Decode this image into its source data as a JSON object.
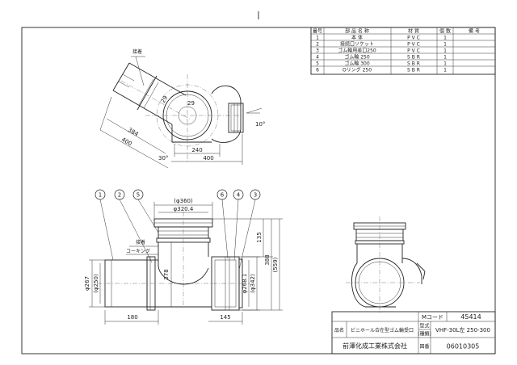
{
  "parts_table": {
    "headers": [
      "番号",
      "部 品 名 称",
      "材 質",
      "個 数",
      "備 考"
    ],
    "rows": [
      {
        "no": "1",
        "name": "本 体",
        "material": "P V C",
        "qty": "1",
        "note": ""
      },
      {
        "no": "2",
        "name": "接続口ソケット",
        "material": "P V C",
        "qty": "1",
        "note": ""
      },
      {
        "no": "3",
        "name": "ゴム輪用差口250",
        "material": "P V C",
        "qty": "1",
        "note": ""
      },
      {
        "no": "4",
        "name": "ゴム輪 250",
        "material": "S B R",
        "qty": "1",
        "note": ""
      },
      {
        "no": "5",
        "name": "ゴム輪 300",
        "material": "S B R",
        "qty": "1",
        "note": ""
      },
      {
        "no": "6",
        "name": "Oリング 250",
        "material": "S B R",
        "qty": "1",
        "note": ""
      }
    ]
  },
  "top_view": {
    "label_seal": "接着",
    "dims": {
      "a384": "384",
      "a400": "400",
      "h240": "240",
      "h400": "400",
      "deg30": "30°",
      "deg10": "10°",
      "r29a": "29",
      "r29b": "29"
    }
  },
  "front_view": {
    "balloons": [
      "1",
      "2",
      "5",
      "6",
      "4",
      "3"
    ],
    "label_seal": "接着",
    "label_caulk": "コーキング",
    "dims": {
      "d360": "(φ360)",
      "d3204": "φ320.4",
      "d267": "φ267",
      "d250": "(φ250)",
      "v378": "378",
      "d2681": "φ268.1",
      "d342": "(φ342)",
      "v135": "135",
      "v388": "388",
      "v559": "(559)",
      "h180": "180",
      "h145": "145"
    }
  },
  "title_block": {
    "code_label": "Mコード",
    "code_value": "45414",
    "name_label": "品名",
    "name_value": "ビニホール合在型ゴム輪受口",
    "model_label_1": "型式",
    "model_label_2": "(種類)",
    "model_value": "VHF-30L左 250-300",
    "company": "前澤化成工業株式会社",
    "drawing_no_label": "図番",
    "drawing_no": "06010305"
  }
}
